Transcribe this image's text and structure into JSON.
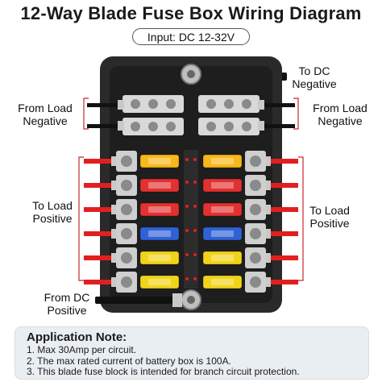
{
  "title": "12-Way Blade Fuse Box Wiring Diagram",
  "input_label": "Input: DC 12-32V",
  "labels": {
    "to_dc_negative": [
      "To DC",
      "Negative"
    ],
    "from_load_negative_left": [
      "From Load",
      "Negative"
    ],
    "from_load_negative_right": [
      "From Load",
      "Negative"
    ],
    "to_load_positive_left": [
      "To Load",
      "Positive"
    ],
    "to_load_positive_right": [
      "To Load",
      "Positive"
    ],
    "from_dc_positive": [
      "From DC",
      "Positive"
    ]
  },
  "fuse_colors": {
    "left": [
      "#f6b81a",
      "#e33030",
      "#e33030",
      "#2f62d6",
      "#f1d419",
      "#f1d419"
    ],
    "right": [
      "#f6b81a",
      "#e33030",
      "#e33030",
      "#2f62d6",
      "#f1d419",
      "#f1d419"
    ]
  },
  "note": {
    "title": "Application Note:",
    "lines": [
      "1. Max 30Amp per circuit.",
      "2. The max rated current of battery box is 100A.",
      "3. This blade fuse block is intended for branch circuit protection."
    ]
  }
}
